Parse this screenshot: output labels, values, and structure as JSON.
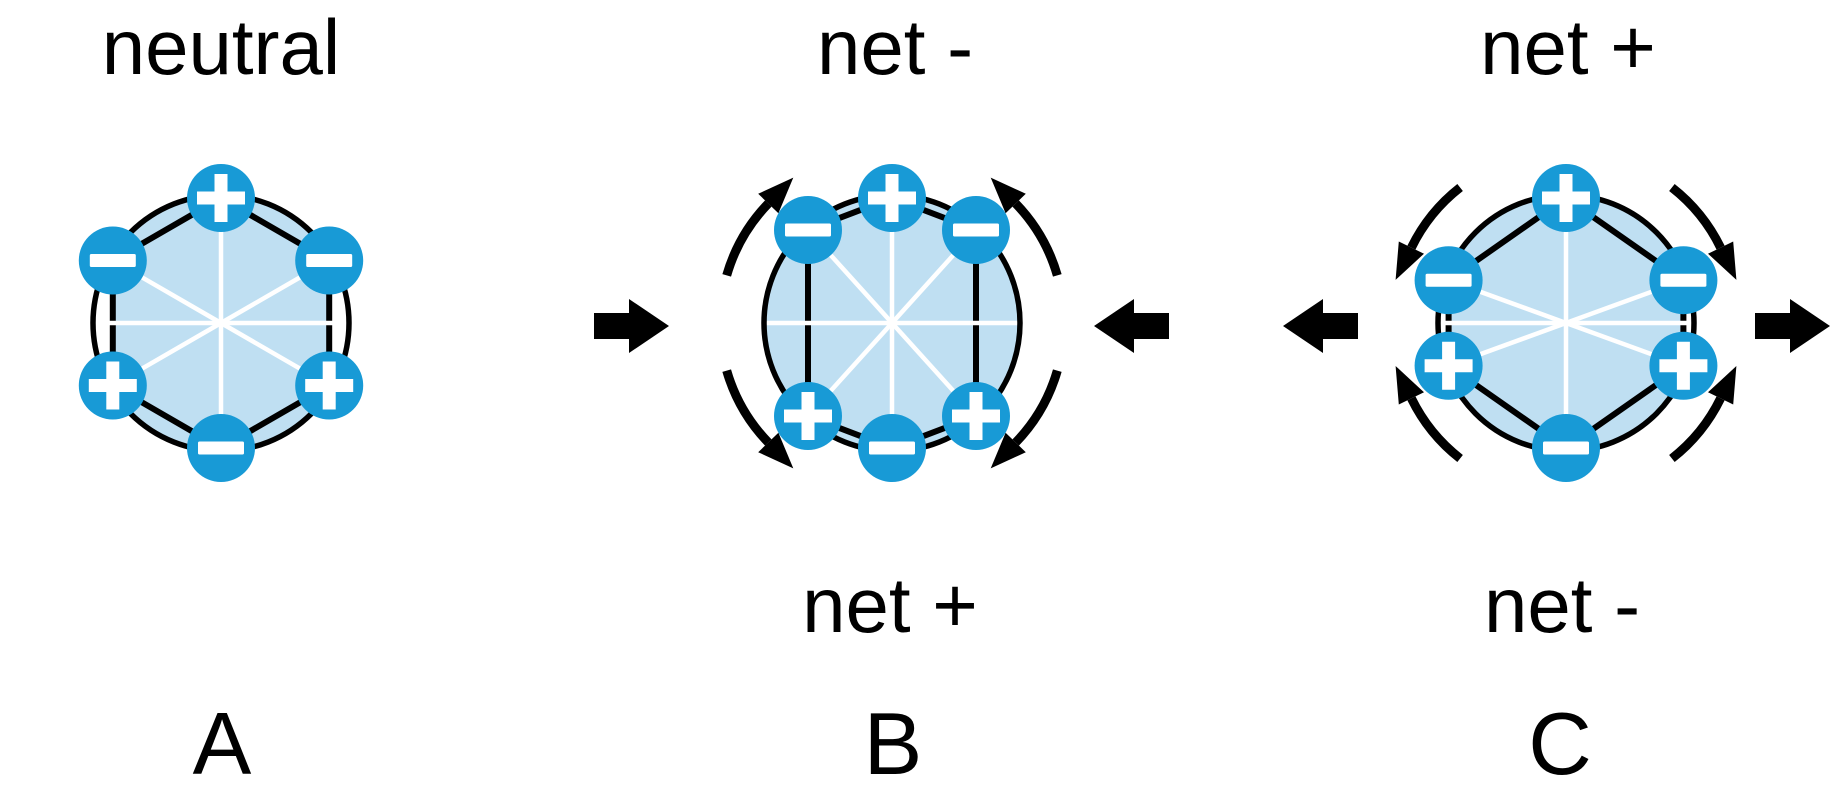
{
  "background_color": "#ffffff",
  "colors": {
    "charge_fill": "#189ad6",
    "charge_symbol": "#ffffff",
    "cell_fill": "#bfdff2",
    "outline": "#000000",
    "label_text": "#000000"
  },
  "panels": [
    {
      "letter": "A",
      "top_label": "neutral",
      "bottom_label": "",
      "cell_state": "undeformed-hexagon",
      "charges": {
        "top": "+",
        "upper_right": "−",
        "lower_right": "+",
        "bottom": "−",
        "lower_left": "+",
        "upper_left": "−"
      },
      "arrows": []
    },
    {
      "letter": "B",
      "top_label": "net -",
      "bottom_label": "net +",
      "cell_state": "compressed-horizontally",
      "charges": {
        "top": "+",
        "upper_right": "−",
        "lower_right": "+",
        "bottom": "−",
        "lower_left": "+",
        "upper_left": "−"
      },
      "arrows": [
        "block-arrow-pointing-right-at-left-side",
        "block-arrow-pointing-left-at-right-side",
        "curved-arrow-upper-left-toward-top",
        "curved-arrow-upper-right-toward-top",
        "curved-arrow-lower-left-toward-bottom",
        "curved-arrow-lower-right-toward-bottom"
      ]
    },
    {
      "letter": "C",
      "top_label": "net +",
      "bottom_label": "net -",
      "cell_state": "stretched-horizontally",
      "charges": {
        "top": "+",
        "upper_right": "−",
        "lower_right": "+",
        "bottom": "−",
        "lower_left": "+",
        "upper_left": "−"
      },
      "arrows": [
        "block-arrow-pointing-left-at-left-side",
        "block-arrow-pointing-right-at-right-side",
        "curved-arrow-upper-left-toward-equator",
        "curved-arrow-upper-right-toward-equator",
        "curved-arrow-lower-left-toward-equator",
        "curved-arrow-lower-right-toward-equator"
      ]
    }
  ]
}
